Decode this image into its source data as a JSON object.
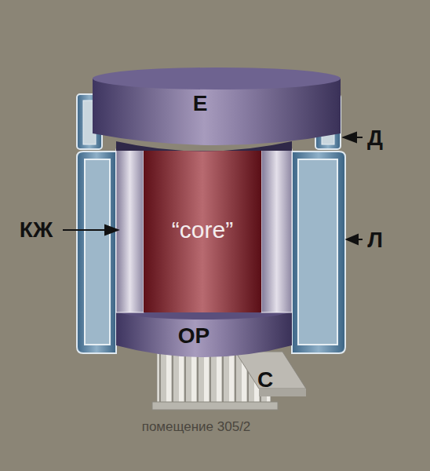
{
  "diagram": {
    "caption": "помещение 305/2",
    "nodes": [
      {
        "text": [
          "E"
        ]
      },
      {
        "text": [
          "“core”"
        ]
      },
      {
        "text": [
          "ОР"
        ]
      }
    ],
    "labels": [
      "Д",
      "КЖ",
      "Л",
      "С"
    ]
  }
}
